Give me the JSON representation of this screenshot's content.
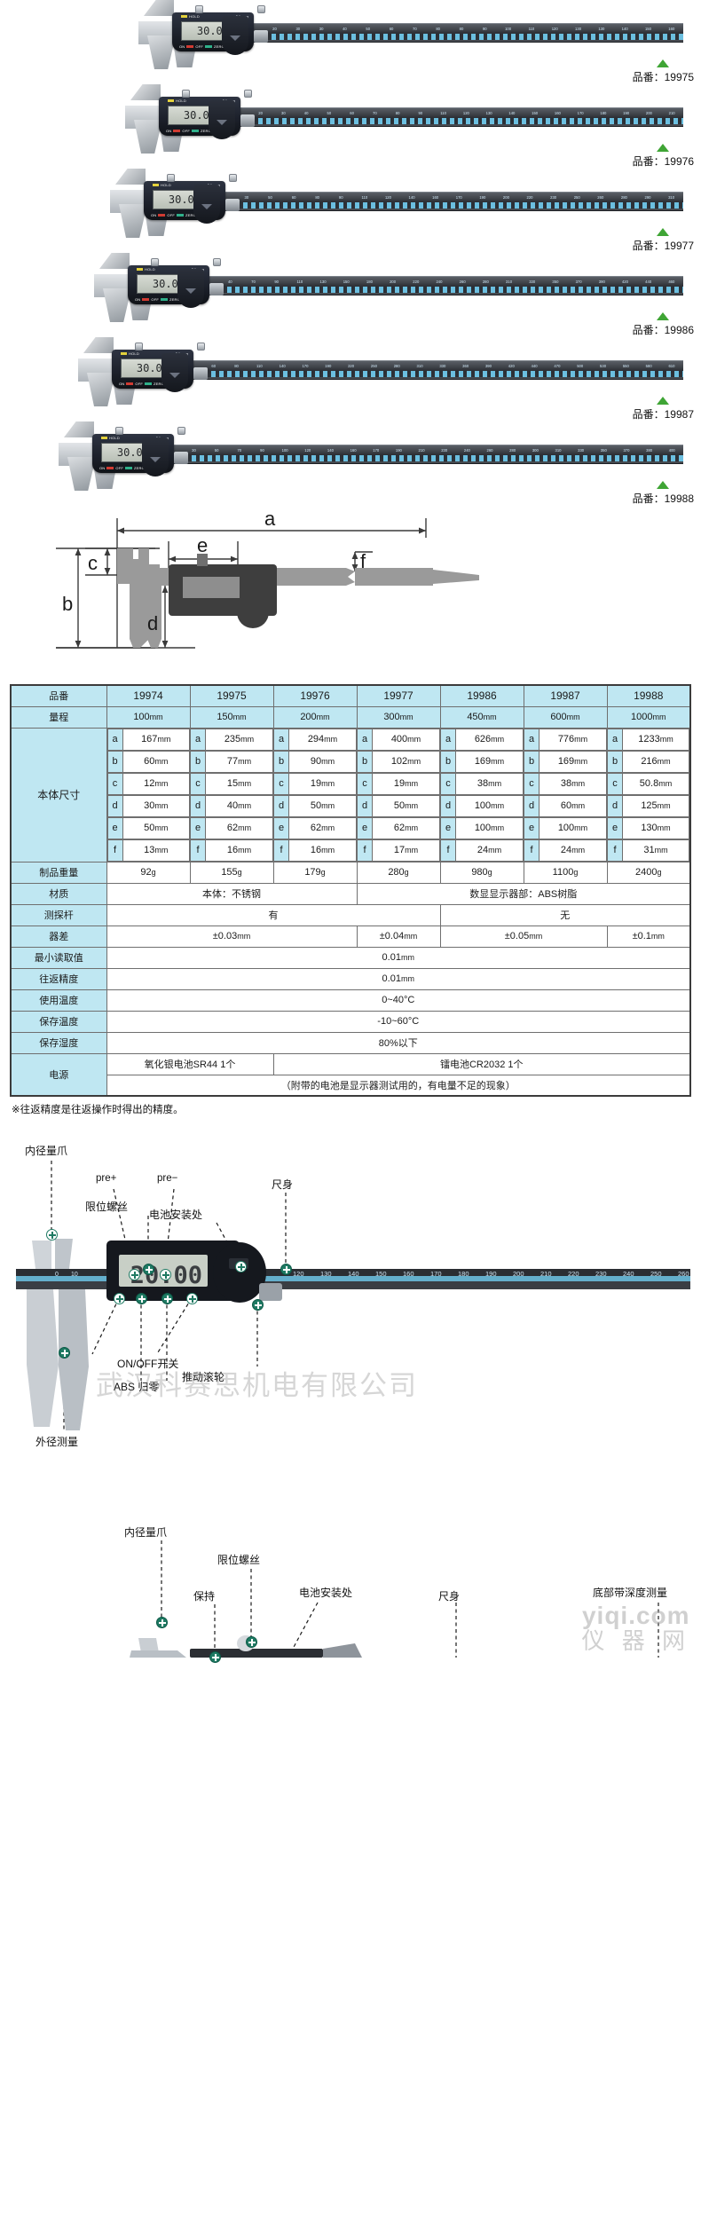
{
  "products": [
    {
      "code_prefix": "品番：",
      "code": "19975",
      "range_mm": 150,
      "display": "30.00",
      "scale_max": 160
    },
    {
      "code_prefix": "品番：",
      "code": "19976",
      "range_mm": 200,
      "display": "30.00",
      "scale_max": 210
    },
    {
      "code_prefix": "品番：",
      "code": "19977",
      "range_mm": 300,
      "display": "30.00",
      "scale_max": 310
    },
    {
      "code_prefix": "品番：",
      "code": "19986",
      "range_mm": 450,
      "display": "30.00",
      "scale_max": 460
    },
    {
      "code_prefix": "品番：",
      "code": "19987",
      "range_mm": 600,
      "display": "30.00",
      "scale_max": 610
    },
    {
      "code_prefix": "品番：",
      "code": "19988",
      "range_mm": 1000,
      "display": "30.00",
      "scale_max": 400
    }
  ],
  "dimension_diagram": {
    "labels": [
      "a",
      "b",
      "c",
      "d",
      "e",
      "f"
    ]
  },
  "spec_table": {
    "model_label": "品番",
    "models": [
      "19974",
      "19975",
      "19976",
      "19977",
      "19986",
      "19987",
      "19988"
    ],
    "range_label": "量程",
    "ranges": [
      "100mm",
      "150mm",
      "200mm",
      "300mm",
      "450mm",
      "600mm",
      "1000mm"
    ],
    "body_size_label": "本体尺寸",
    "dimension_keys": [
      "a",
      "b",
      "c",
      "d",
      "e",
      "f"
    ],
    "dimensions": {
      "a": [
        "167mm",
        "235mm",
        "294mm",
        "400mm",
        "626mm",
        "776mm",
        "1233mm"
      ],
      "b": [
        "60mm",
        "77mm",
        "90mm",
        "102mm",
        "169mm",
        "169mm",
        "216mm"
      ],
      "c": [
        "12mm",
        "15mm",
        "19mm",
        "19mm",
        "38mm",
        "38mm",
        "50.8mm"
      ],
      "d": [
        "30mm",
        "40mm",
        "50mm",
        "50mm",
        "100mm",
        "60mm",
        "125mm"
      ],
      "e": [
        "50mm",
        "62mm",
        "62mm",
        "62mm",
        "100mm",
        "100mm",
        "130mm"
      ],
      "f": [
        "13mm",
        "16mm",
        "16mm",
        "17mm",
        "24mm",
        "24mm",
        "31mm"
      ]
    },
    "weight_label": "制品重量",
    "weights": [
      "92g",
      "155g",
      "179g",
      "280g",
      "980g",
      "1100g",
      "2400g"
    ],
    "material_label": "材质",
    "material_values": [
      "本体：不锈钢",
      "数显显示器部：ABS树脂"
    ],
    "probe_label": "测探杆",
    "probe_values": [
      "有",
      "无"
    ],
    "error_label": "器差",
    "error_values": [
      "±0.03mm",
      "±0.04mm",
      "±0.05mm",
      "±0.1mm"
    ],
    "min_read_label": "最小读取值",
    "min_read_value": "0.01mm",
    "repeat_label": "往返精度",
    "repeat_value": "0.01mm",
    "use_temp_label": "使用温度",
    "use_temp_value": "0~40°C",
    "store_temp_label": "保存温度",
    "store_temp_value": "-10~60°C",
    "store_humidity_label": "保存湿度",
    "store_humidity_value": "80%以下",
    "power_label": "电源",
    "power_values": [
      "氧化银电池SR44 1个",
      "镭电池CR2032 1个"
    ],
    "power_note": "（附带的电池是显示器测试用的，有电量不足的现象）"
  },
  "footnote": "※往返精度是往返操作时得出的精度。",
  "annotated_upper": {
    "display_value": "20.00",
    "labels": {
      "inner_jaw": "内径量爪",
      "pre_plus": "pre+",
      "pre_minus": "pre−",
      "limit_screw": "限位螺丝",
      "battery_slot": "电池安装处",
      "ruler_body": "尺身",
      "hold": "保持",
      "onoff": "ON/OFF开关",
      "abs_zero": "ABS  归零",
      "push_wheel": "推动滚轮",
      "outer_measure": "外径测量"
    },
    "scale_left": [
      "0",
      "10"
    ],
    "scale_right": [
      "120",
      "130",
      "140",
      "150",
      "160",
      "170",
      "180",
      "190",
      "200",
      "210",
      "220",
      "230",
      "240",
      "250",
      "260"
    ]
  },
  "annotated_lower": {
    "labels": {
      "inner_jaw": "内径量爪",
      "limit_screw": "限位螺丝",
      "hold": "保持",
      "battery_slot": "电池安装处",
      "ruler_body": "尺身",
      "bottom_depth": "底部带深度测量"
    }
  },
  "watermarks": {
    "company": "武汉科赛思机电有限公司",
    "site_line1": "yiqi.com",
    "site_line2": "仪 器 网"
  },
  "colors": {
    "table_header_bg": "#bfe7f2",
    "table_border": "#3b3b3b",
    "triangle_green": "#3fa535",
    "marker_green": "#1f7a63",
    "scale_cyan": "#6ec6e8"
  }
}
